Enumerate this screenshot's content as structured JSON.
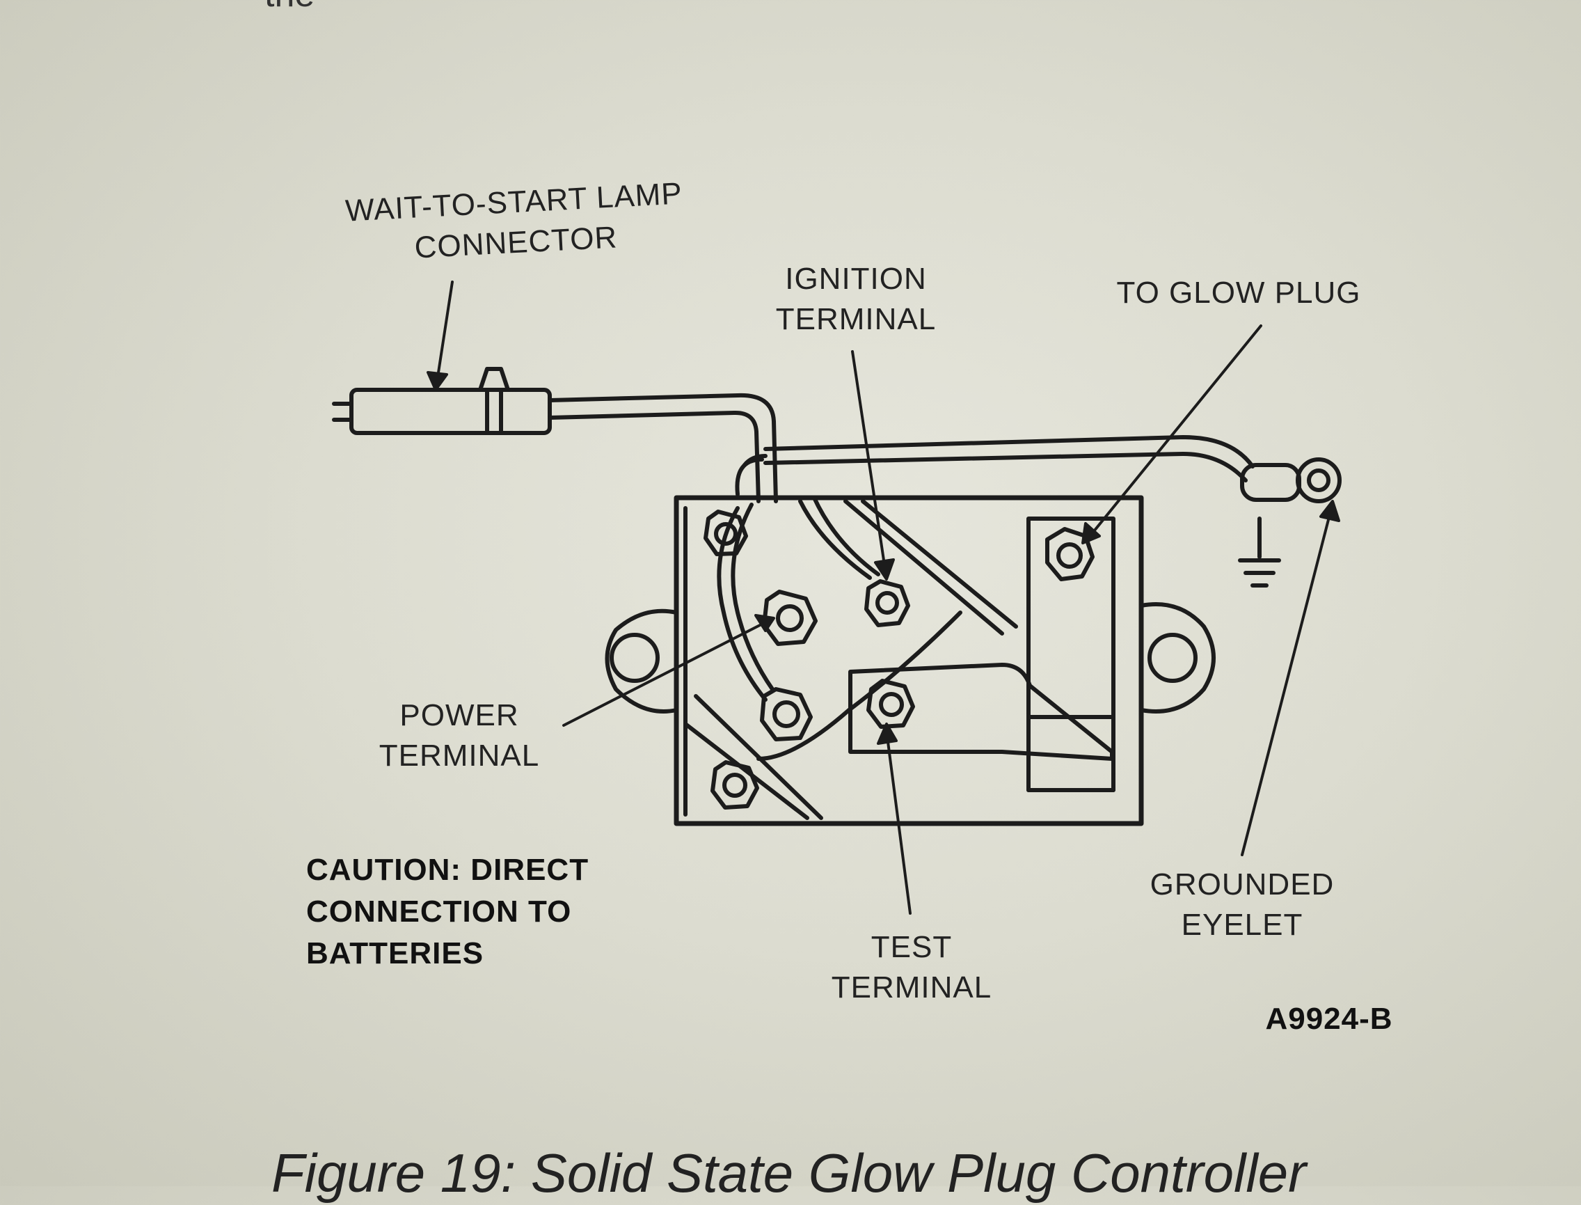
{
  "top_fragment": "the",
  "labels": {
    "wait_to_start": [
      "WAIT-TO-START LAMP",
      "CONNECTOR"
    ],
    "ignition_terminal": [
      "IGNITION",
      "TERMINAL"
    ],
    "to_glow_plug": [
      "TO GLOW PLUG"
    ],
    "power_terminal": [
      "POWER",
      "TERMINAL"
    ],
    "caution": [
      "CAUTION: DIRECT",
      "CONNECTION TO",
      "BATTERIES"
    ],
    "test_terminal": [
      "TEST",
      "TERMINAL"
    ],
    "grounded_eyelet": [
      "GROUNDED",
      "EYELET"
    ]
  },
  "figure_code": "A9924-B",
  "caption": "Figure 19: Solid State Glow Plug Controller"
}
